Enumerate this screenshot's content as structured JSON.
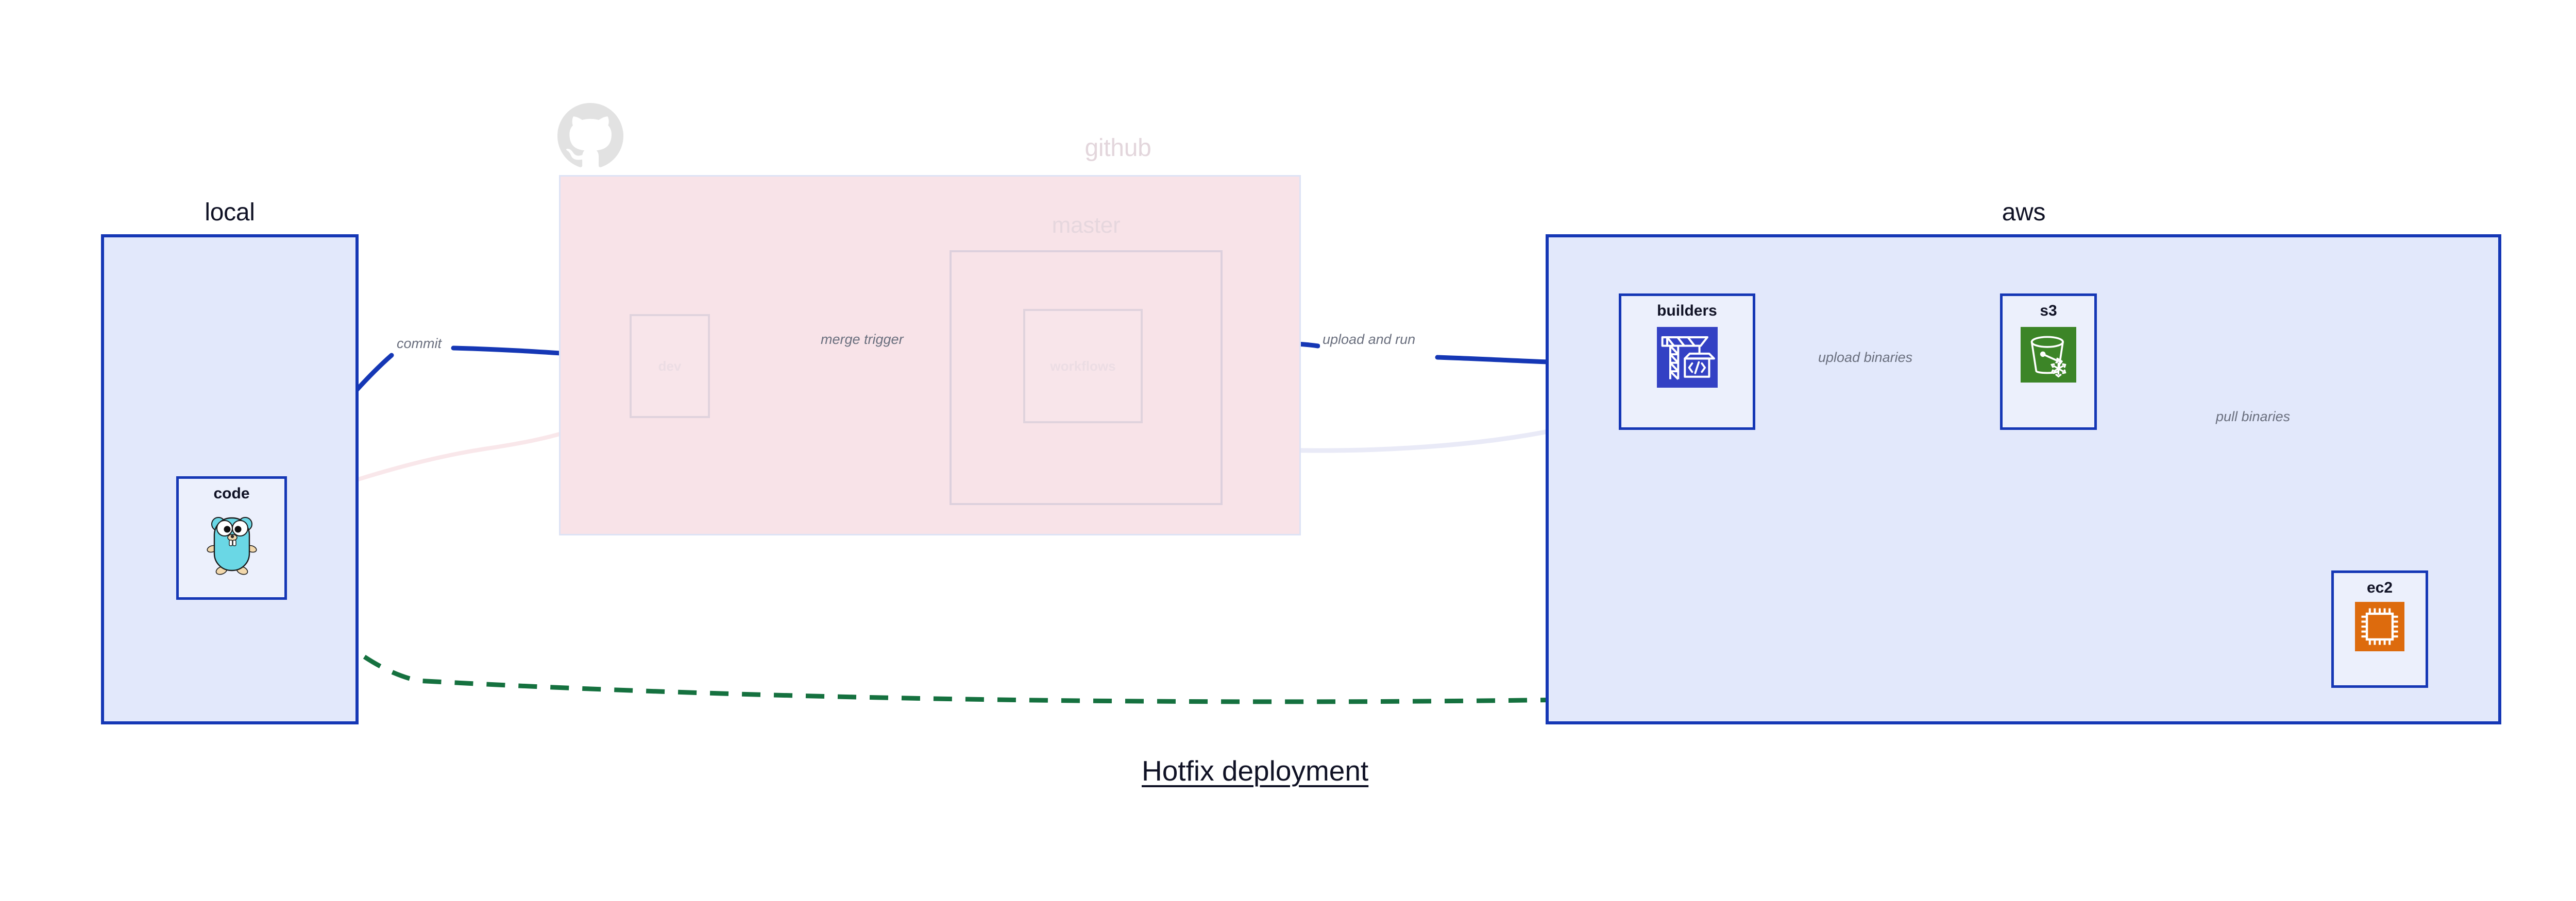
{
  "diagram": {
    "title": "Hotfix deployment",
    "background": "#ffffff"
  },
  "colors": {
    "accent_blue": "#1537b5",
    "group_blue_fill": "#e2e8fb",
    "node_fill": "#ecf0fc",
    "github_pink_fill": "#f8e3e8",
    "github_pink_border": "#dde3f5",
    "label_gray": "#6a6f7e",
    "dashed_green": "#15713f",
    "builders_icon_bg": "#3341c4",
    "s3_icon_bg": "#3c8527",
    "ec2_icon_bg": "#dd6b0d",
    "gopher_body": "#6ad7e5",
    "ghost_border": "#e0d3dd",
    "ghost_text": "#ecdde4"
  },
  "groups": [
    {
      "id": "local",
      "label": "local",
      "faded": false
    },
    {
      "id": "github",
      "label": "github",
      "faded": true
    },
    {
      "id": "master",
      "label": "master",
      "faded": true
    },
    {
      "id": "aws",
      "label": "aws",
      "faded": false
    }
  ],
  "nodes": [
    {
      "id": "code",
      "label": "code",
      "icon": "go-gopher-icon",
      "faded": false,
      "group": "local"
    },
    {
      "id": "dev",
      "label": "dev",
      "icon": "none",
      "faded": true,
      "group": "github"
    },
    {
      "id": "workflows",
      "label": "workflows",
      "icon": "none",
      "faded": true,
      "group": "master"
    },
    {
      "id": "builders",
      "label": "builders",
      "icon": "crane-code-icon",
      "faded": false,
      "group": "aws"
    },
    {
      "id": "s3",
      "label": "s3",
      "icon": "s3-bucket-icon",
      "faded": false,
      "group": "aws"
    },
    {
      "id": "ec2",
      "label": "ec2",
      "icon": "cpu-chip-icon",
      "faded": false,
      "group": "aws"
    }
  ],
  "edges": [
    {
      "id": "commit",
      "from": "code",
      "to": "dev",
      "label": "commit",
      "style": "solid",
      "faded": false
    },
    {
      "id": "merge-trigger",
      "from": "dev",
      "to": "workflows",
      "label": "merge trigger",
      "style": "solid",
      "faded": false
    },
    {
      "id": "upload-and-run",
      "from": "workflows",
      "to": "builders",
      "label": "upload and run",
      "style": "solid",
      "faded": false
    },
    {
      "id": "upload-binaries",
      "from": "builders",
      "to": "s3",
      "label": "upload binaries",
      "style": "solid",
      "faded": false
    },
    {
      "id": "pull-binaries",
      "from": "s3",
      "to": "ec2",
      "label": "pull binaries",
      "style": "solid",
      "faded": false
    },
    {
      "id": "hotfix-direct",
      "from": "code",
      "to": "ec2",
      "label": "",
      "style": "dashed",
      "faded": false
    },
    {
      "id": "ghost-code-dev",
      "from": "code",
      "to": "dev",
      "label": "",
      "style": "solid",
      "faded": true
    },
    {
      "id": "ghost-dev-wf",
      "from": "dev",
      "to": "workflows",
      "label": "",
      "style": "solid",
      "faded": true
    },
    {
      "id": "ghost-wf-build",
      "from": "workflows",
      "to": "builders",
      "label": "",
      "style": "solid",
      "faded": true
    }
  ],
  "icons": {
    "github_logo": "github-octocat-icon"
  }
}
